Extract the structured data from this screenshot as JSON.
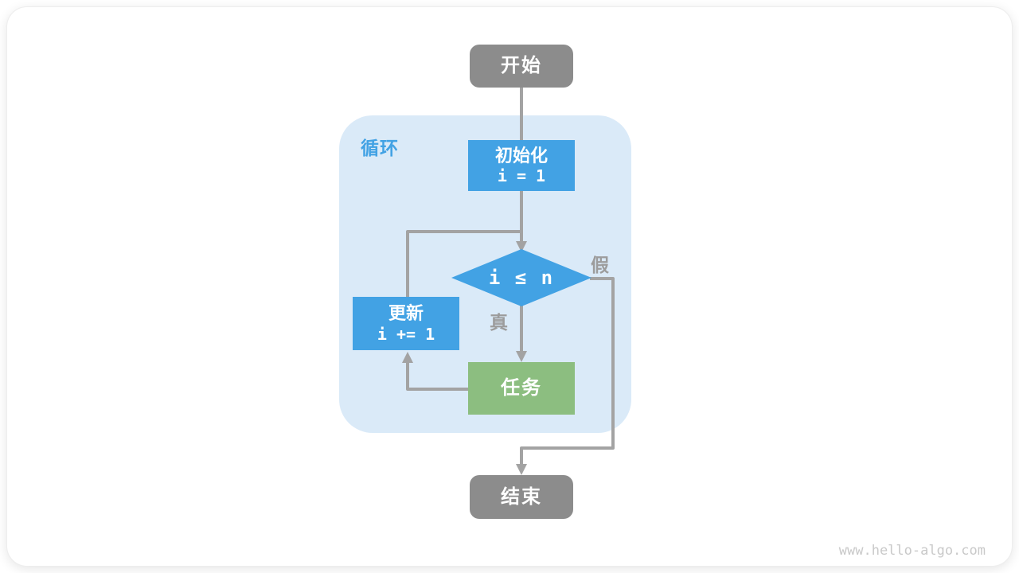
{
  "diagram": {
    "start_label": "开始",
    "loop_label": "循环",
    "init_title": "初始化",
    "init_code": "i = 1",
    "condition_code": "i ≤ n",
    "false_label": "假",
    "true_label": "真",
    "update_title": "更新",
    "update_code": "i += 1",
    "task_label": "任务",
    "end_label": "结束"
  },
  "watermark": "www.hello-algo.com",
  "colors": {
    "terminal_gray": "#8c8c8c",
    "process_blue": "#42a2e4",
    "process_green": "#8cbe80",
    "loop_container_bg": "#daeaf8",
    "loop_label_blue": "#42a2e4",
    "connector_gray": "#a3a3a3",
    "branch_label_gray": "#9c9c9c",
    "watermark_gray": "#c9c9c9",
    "card_bg": "#ffffff"
  }
}
